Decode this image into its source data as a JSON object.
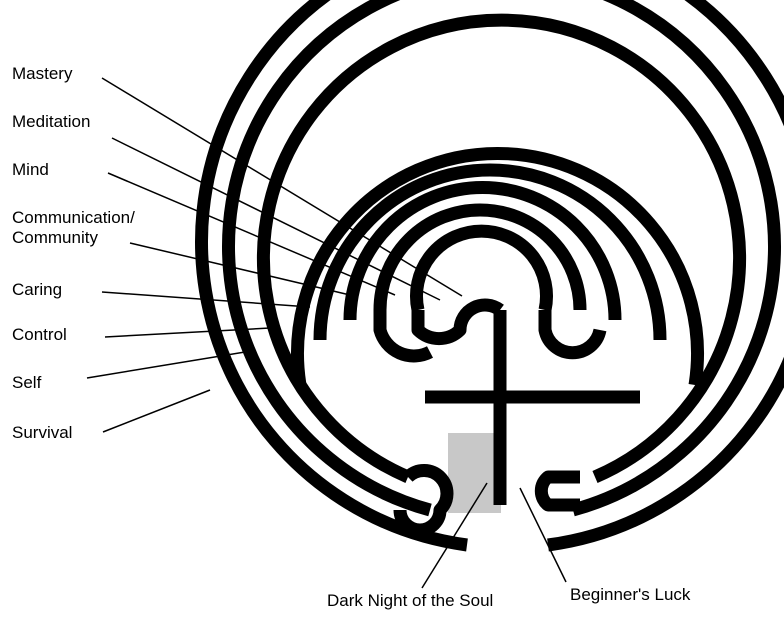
{
  "diagram": {
    "levels": [
      {
        "key": "mastery",
        "label": "Mastery"
      },
      {
        "key": "meditation",
        "label": "Meditation"
      },
      {
        "key": "mind",
        "label": "Mind"
      },
      {
        "key": "communication",
        "label": "Communication/\nCommunity"
      },
      {
        "key": "caring",
        "label": "Caring"
      },
      {
        "key": "control",
        "label": "Control"
      },
      {
        "key": "self",
        "label": "Self"
      },
      {
        "key": "survival",
        "label": "Survival"
      }
    ],
    "bottom_labels": {
      "dark_night": "Dark Night of the Soul",
      "beginners_luck": "Beginner's Luck"
    },
    "colors": {
      "wall": "#000000",
      "highlight": "#c8c8c8",
      "background": "#ffffff"
    }
  }
}
